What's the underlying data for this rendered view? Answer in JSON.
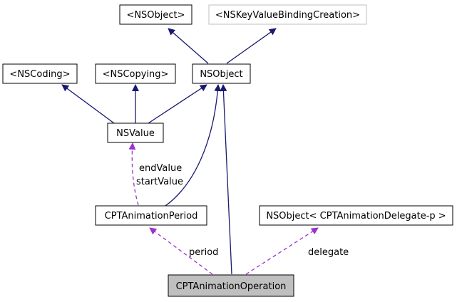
{
  "diagram": {
    "colors": {
      "inheritance_edge": "#191970",
      "usage_edge": "#9a32cd",
      "node_border": "#000000",
      "external_node_border": "#bfbfbf",
      "focus_node_fill": "#bfbfbf"
    },
    "nodes": {
      "nsobject_top": "<NSObject>",
      "nskeyvalue": "<NSKeyValueBindingCreation>",
      "nscoding": "<NSCoding>",
      "nscopying": "<NSCopying>",
      "nsobject_mid": "NSObject",
      "nsvalue": "NSValue",
      "period_class": "CPTAnimationPeriod",
      "delegate_class": "NSObject< CPTAnimationDelegate-p >",
      "operation_class": "CPTAnimationOperation"
    },
    "edge_labels": {
      "end_value": "endValue",
      "start_value": "startValue",
      "period": "period",
      "delegate": "delegate"
    }
  }
}
